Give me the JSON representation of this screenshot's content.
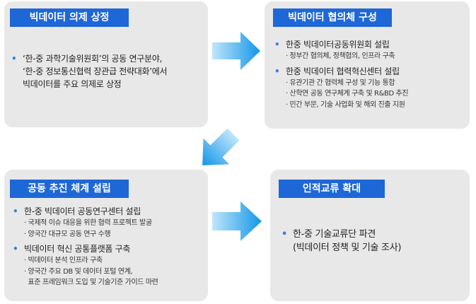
{
  "colors": {
    "panel_bg": "#e8e8e8",
    "title_bg": "#1e67d6",
    "title_text": "#ffffff",
    "bullet": "#3b7be0",
    "arrow_light": "#bfe6fb",
    "arrow_dark": "#1396e8"
  },
  "bullet_glyph": "•",
  "panels": {
    "p1": {
      "title": "빅데이터 의제 상정",
      "items": [
        {
          "lines": [
            "‘한-중 과학기술위원회’의 공동 연구분야,",
            "‘한-중 정보통신협력 장관급 전략대화’에서",
            "빅데이터를 주요 의제로 상정"
          ]
        }
      ]
    },
    "p2": {
      "title": "빅데이터 협의체 구성",
      "items": [
        {
          "text": "한중 빅데이터공동위원회 설립",
          "subs": [
            "· 정부간 협의체, 정책협의,  인프라 구축"
          ]
        },
        {
          "text": "한중 빅데이터 협력혁신센터 설립",
          "subs": [
            "· 유관기관 간 협력체 구성 및 기능 통합",
            "· 산학연 공동 연구체계 구축 및 R&BD 추진",
            "· 민간 부문, 기술 사업화 및 해외 진출 지원"
          ]
        }
      ]
    },
    "p3": {
      "title": "공동 추진 체계 설립",
      "items": [
        {
          "text": "한-중 빅데이터 공동연구센터 설립",
          "subs": [
            "· 국제적 이슈 대응을 위한 협력 프로젝트 발굴",
            "· 양국간 대규모 공동 연구 수행"
          ]
        },
        {
          "text": "빅데이터 혁신 공통플랫폼 구축",
          "subs": [
            "· 빅데이터 분석 인프라 구축",
            "· 양국간 주요 DB 및 데이터 포털 연계,",
            "  표준 프레임워크 도입 및 기술기준 가이드 마련"
          ]
        }
      ]
    },
    "p4": {
      "title": "인적교류 확대",
      "items": [
        {
          "lines": [
            "한-중 기술교류단 파견",
            "(빅데이터 정책 및 기술 조사)"
          ]
        }
      ]
    }
  }
}
